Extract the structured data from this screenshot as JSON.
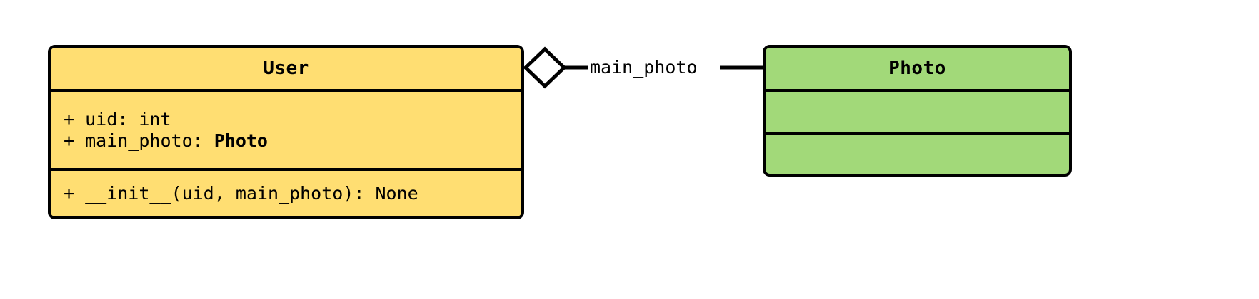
{
  "diagram": {
    "type": "uml-class-diagram",
    "background_color": "#FFFFFF",
    "classes": [
      {
        "name": "User",
        "fill_color": "#FFDE72",
        "border_color": "#000000",
        "attributes": [
          {
            "visibility": "+",
            "text": "+ uid: int"
          },
          {
            "visibility": "+",
            "text": "+ main_photo: ",
            "type_ref": "Photo"
          }
        ],
        "methods": [
          {
            "visibility": "+",
            "text": "+ __init__(uid, main_photo): None"
          }
        ]
      },
      {
        "name": "Photo",
        "fill_color": "#A2D979",
        "border_color": "#000000",
        "attributes": [],
        "methods": []
      }
    ],
    "relationship": {
      "kind": "aggregation",
      "label": "main_photo",
      "source": "User",
      "target": "Photo",
      "diamond_fill": "#FFFFFF",
      "diamond_stroke": "#000000",
      "line_color": "#000000"
    }
  }
}
